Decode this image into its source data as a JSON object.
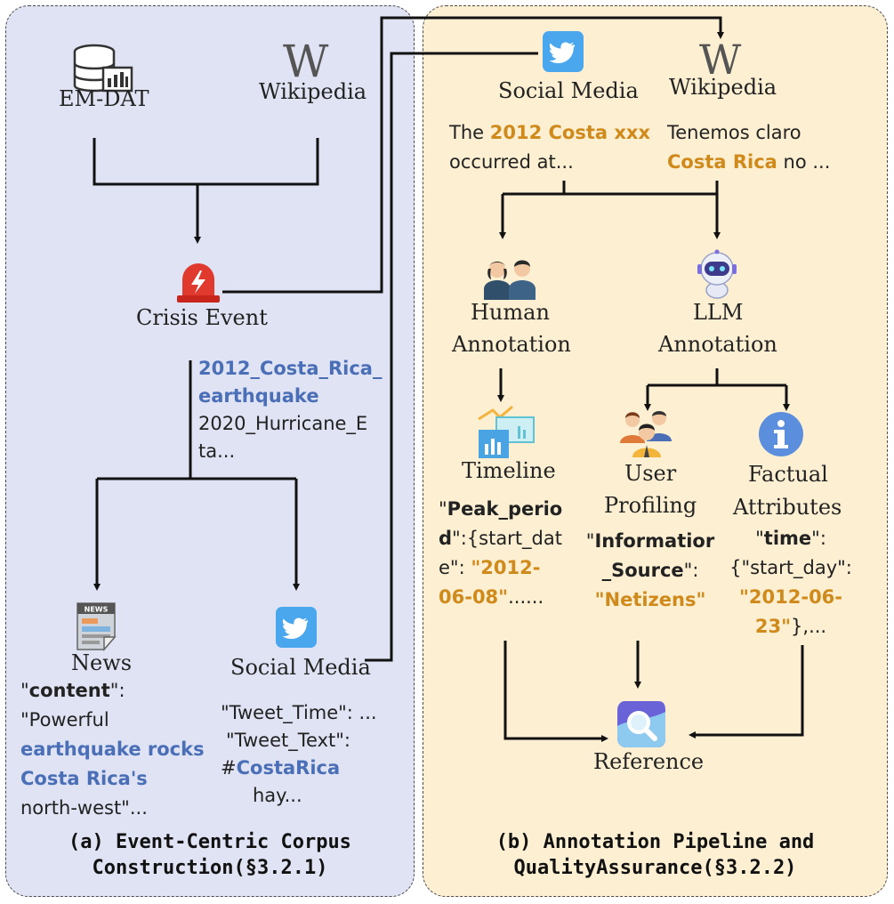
{
  "panel_a": {
    "caption_line1": "(a) Event-Centric Corpus",
    "caption_line2": "Construction(§3.2.1)",
    "emdat_label": "EM-DAT",
    "wiki_label": "Wikipedia",
    "crisis_label": "Crisis Event",
    "event_list": {
      "line1": "2012_Costa_Rica_",
      "line2": "earthquake",
      "line3": "2020_Hurricane_E",
      "line4": "ta..."
    },
    "news": {
      "label": "News",
      "badge": "NEWS",
      "content_open": "\"",
      "content_key": "content",
      "content_close": "\":",
      "line2": "\"Powerful",
      "line3": "earthquake rocks",
      "line4": "Costa Rica's",
      "line5": "north-west\"..."
    },
    "social": {
      "label": "Social Media",
      "line1": "\"Tweet_Time\": ...",
      "line2": "\"Tweet_Text\":",
      "hash": "#",
      "tag": "CostaRica",
      "line4": "hay..."
    }
  },
  "panel_b": {
    "caption_line1": "(b) Annotation Pipeline and",
    "caption_line2": "QualityAssurance(§3.2.2)",
    "social_label": "Social Media",
    "wiki_label": "Wikipedia",
    "social_text": {
      "prefix": "The ",
      "highlight": "2012 Costa xxx",
      "line2": "occurred at..."
    },
    "wiki_text": {
      "line1": "Tenemos claro",
      "highlight": "Costa Rica",
      "suffix": " no ..."
    },
    "human_line1": "Human",
    "human_line2": "Annotation",
    "llm_line1": "LLM",
    "llm_line2": "Annotation",
    "timeline": {
      "label": "Timeline",
      "q1": "\"",
      "key1": "Peak_perio",
      "key2": "d",
      "rest2": "\":{start_dat",
      "line3": "e\": ",
      "val1": "\"2012-",
      "val2": "06-08\"",
      "tail": "......"
    },
    "profiling": {
      "label1": "User",
      "label2": "Profiling",
      "q1": "\"",
      "key1": "Informatior",
      "key2": "_Source",
      "rest": "\":",
      "val": "\"Netizens\""
    },
    "factual": {
      "label1": "Factual",
      "label2": "Attributes",
      "q1": "\"",
      "key": "time",
      "rest": "\":",
      "line2": "{\"start_day\":",
      "val1": "\"2012-06-",
      "val2": "23\"",
      "tail": "},..."
    },
    "reference_label": "Reference"
  },
  "colors": {
    "panel_a_bg": "#dfe3f3",
    "panel_b_bg": "#fdefd2",
    "orange": "#d08a1b",
    "blue": "#4a6fb7"
  },
  "icons": [
    "database-icon",
    "wikipedia-icon",
    "alarm-icon",
    "twitter-icon",
    "news-icon",
    "people-icon",
    "robot-icon",
    "chart-icon",
    "users-icon",
    "info-icon",
    "search-icon"
  ]
}
